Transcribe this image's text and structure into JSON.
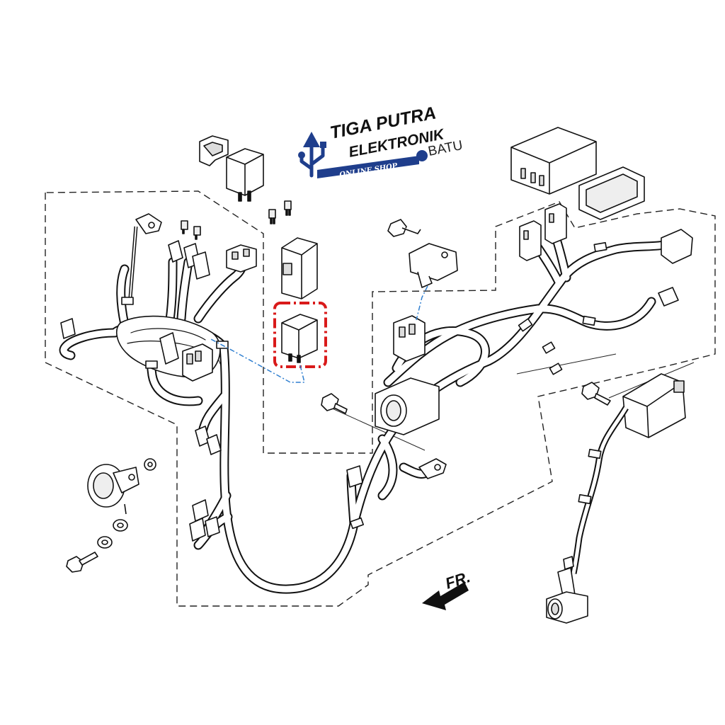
{
  "logo": {
    "line1": "TIGA PUTRA",
    "line2": "ELEKTRONIK",
    "line3": "BATU",
    "band": "ONLINE SHOP",
    "colors": {
      "brand_blue": "#1f3e8c",
      "text": "#111111"
    }
  },
  "direction_marker": {
    "label": "FR."
  },
  "highlight": {
    "color": "#d91a1a",
    "style": "dash-dot",
    "target": "relay"
  },
  "callout_color": "#2f7fd0",
  "line_color": "#111111"
}
